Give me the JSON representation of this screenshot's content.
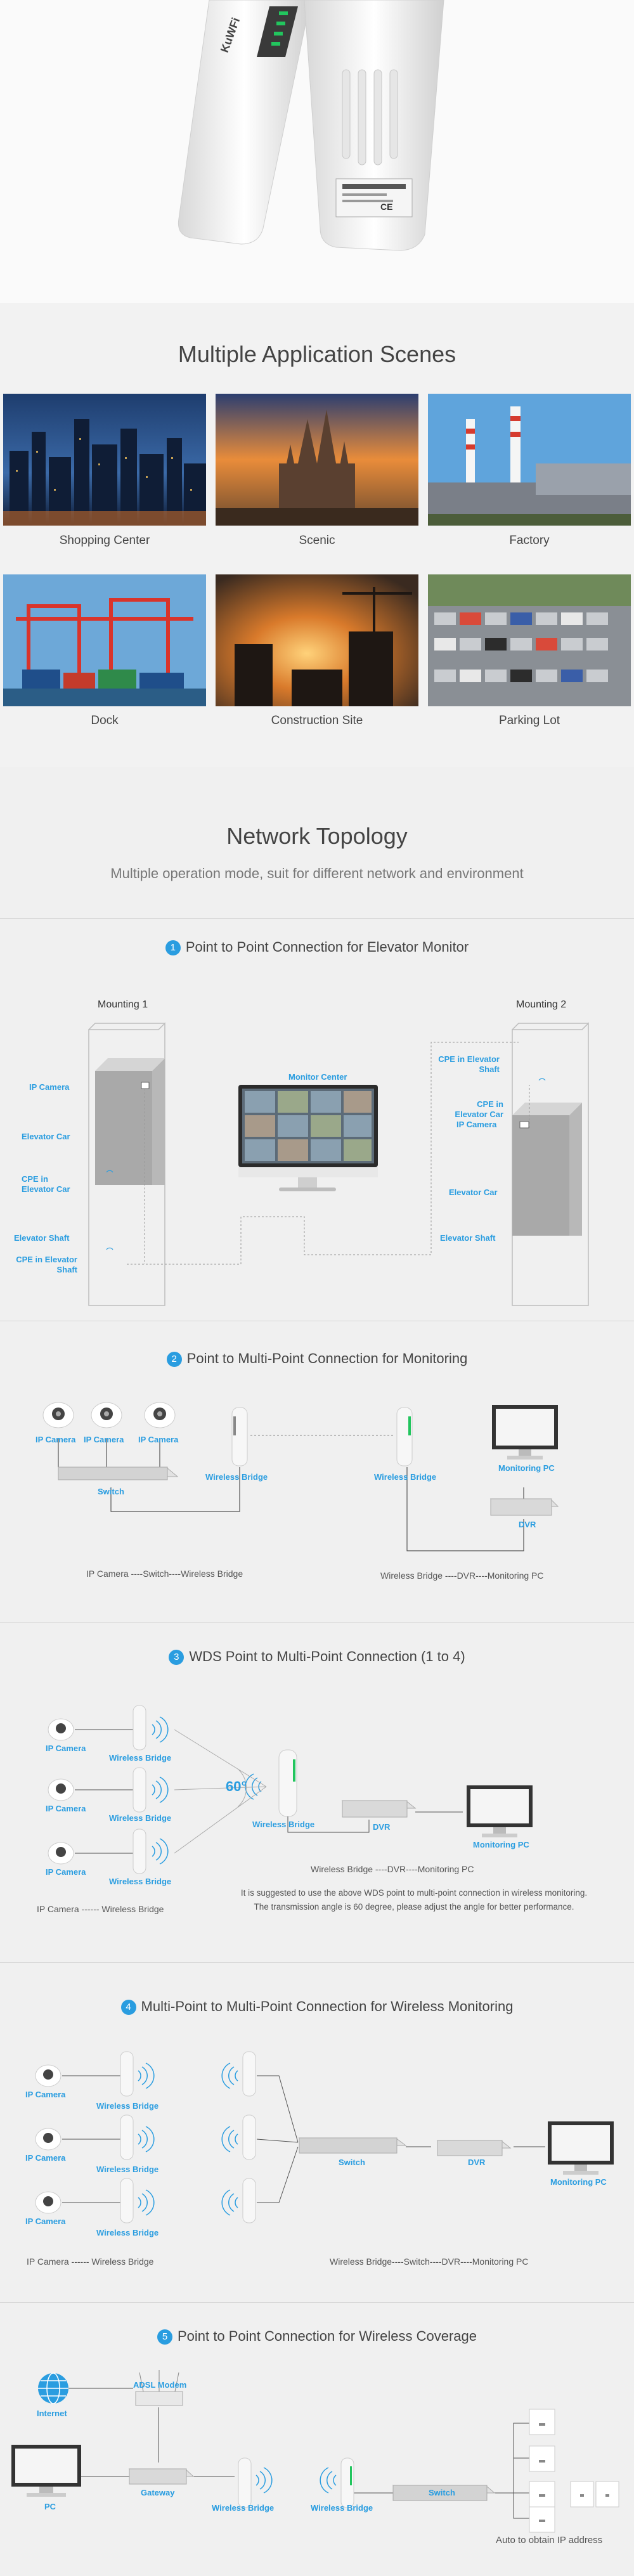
{
  "product": {
    "brand_logo": "KuWFi",
    "label_text": "CE"
  },
  "scenes": {
    "title": "Multiple Application Scenes",
    "items": [
      {
        "label": "Shopping Center"
      },
      {
        "label": "Scenic"
      },
      {
        "label": "Factory"
      },
      {
        "label": "Dock"
      },
      {
        "label": "Construction Site"
      },
      {
        "label": "Parking Lot"
      }
    ]
  },
  "topology": {
    "title": "Network Topology",
    "subtitle": "Multiple operation mode, suit for different network and environment"
  },
  "s1": {
    "num": "1",
    "title": "Point to Point Connection for Elevator Monitor",
    "mount1": "Mounting 1",
    "mount2": "Mounting 2",
    "monitor_center": "Monitor Center",
    "ip_camera": "IP Camera",
    "elevator_car": "Elevator Car",
    "cpe_car": "CPE in Elevator Car",
    "elevator_shaft": "Elevator Shaft",
    "cpe_shaft": "CPE in Elevator Shaft"
  },
  "s2": {
    "num": "2",
    "title": "Point to Multi-Point Connection for Monitoring",
    "ip_camera": "IP Camera",
    "switch": "Switch",
    "wireless_bridge": "Wireless Bridge",
    "monitoring_pc": "Monitoring PC",
    "dvr": "DVR",
    "caption_left": "IP Camera ----Switch----Wireless Bridge",
    "caption_right": "Wireless Bridge ----DVR----Monitoring PC"
  },
  "s3": {
    "num": "3",
    "title": "WDS Point to Multi-Point Connection (1 to 4)",
    "ip_camera": "IP Camera",
    "wireless_bridge": "Wireless Bridge",
    "angle": "60°",
    "dvr": "DVR",
    "monitoring_pc": "Monitoring PC",
    "caption_left": "IP Camera ------ Wireless Bridge",
    "caption_right": "Wireless Bridge ----DVR----Monitoring PC",
    "note_line1": "It is suggested to use the above WDS point to multi-point connection in wireless monitoring.",
    "note_line2": "The transmission angle is 60 degree, please adjust the angle for better performance."
  },
  "s4": {
    "num": "4",
    "title": "Multi-Point to Multi-Point Connection for Wireless Monitoring",
    "ip_camera": "IP Camera",
    "wireless_bridge": "Wireless Bridge",
    "switch": "Switch",
    "dvr": "DVR",
    "monitoring_pc": "Monitoring PC",
    "caption_left": "IP Camera ------ Wireless Bridge",
    "caption_right": "Wireless Bridge----Switch----DVR----Monitoring PC"
  },
  "s5": {
    "num": "5",
    "title": "Point to Point Connection for Wireless Coverage",
    "internet": "Internet",
    "adsl": "ADSL Modem",
    "pc": "PC",
    "gateway": "Gateway",
    "wireless_bridge": "Wireless Bridge",
    "switch": "Switch",
    "auto_ip": "Auto to obtain IP address"
  },
  "colors": {
    "accent": "#2a9de0",
    "text": "#444444",
    "background": "#f0f0f0"
  }
}
